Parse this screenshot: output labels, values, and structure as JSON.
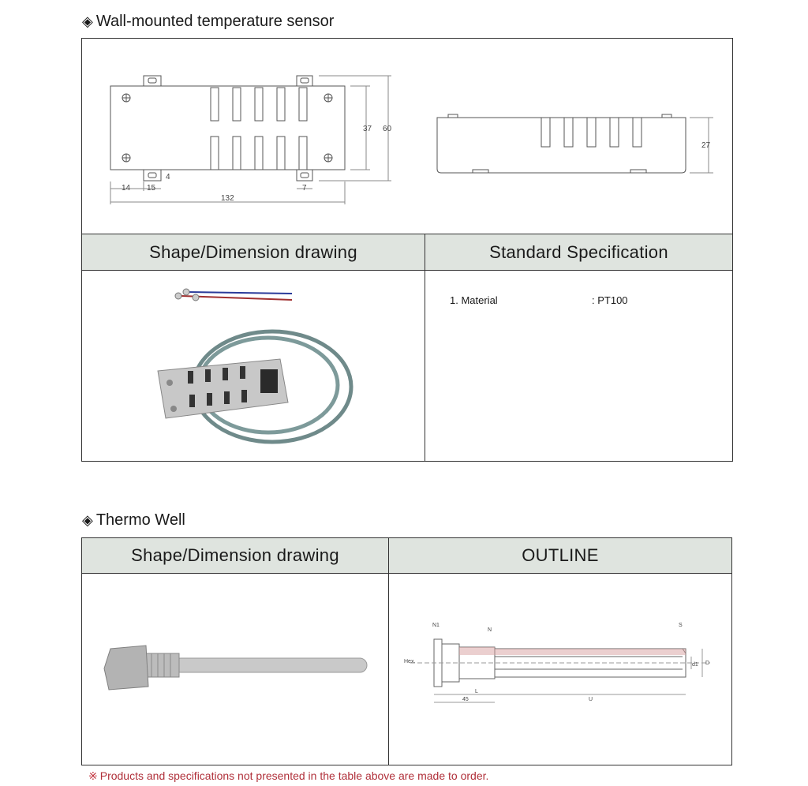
{
  "section1": {
    "title": "Wall-mounted temperature sensor",
    "header_left": "Shape/Dimension drawing",
    "header_right": "Standard Specification",
    "dimensions": {
      "d14": "14",
      "d15": "15",
      "d4": "4",
      "d7": "7",
      "d132": "132",
      "d37": "37",
      "d60": "60",
      "d27": "27"
    },
    "spec": {
      "item": "1. Material",
      "value": ": PT100"
    }
  },
  "section2": {
    "title": "Thermo Well",
    "header_left": "Shape/Dimension drawing",
    "header_right": "OUTLINE",
    "outline_labels": {
      "n1": "N1",
      "n": "N",
      "hex": "Hex.",
      "l45": "45",
      "l": "L",
      "u": "U",
      "d1": "d1",
      "d": "D",
      "s": "S"
    }
  },
  "footnote": {
    "mark": "※",
    "text": "Products and specifications not presented in the table above are made to order."
  }
}
